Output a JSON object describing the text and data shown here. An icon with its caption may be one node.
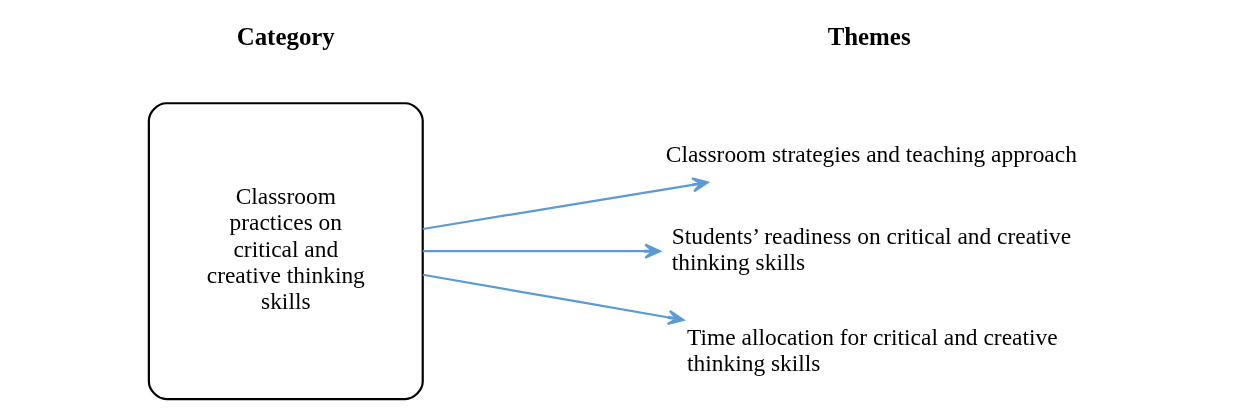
{
  "diagram": {
    "nodes": [
      {
        "text": [
          "Classroom practices on critical and creative thinking skills"
        ]
      },
      {
        "text": [
          "Classroom strategies and teaching approach"
        ]
      },
      {
        "text": [
          "Students’ readiness on critical and creative thinking skills"
        ]
      },
      {
        "text": [
          "Time allocation for critical and creative thinking skills"
        ]
      }
    ],
    "edges": [
      {
        "from": 0,
        "to": 1,
        "arrow": "to"
      },
      {
        "from": 0,
        "to": 2,
        "arrow": "to"
      },
      {
        "from": 0,
        "to": 3,
        "arrow": "to"
      }
    ],
    "labels": [
      "Category",
      "Themes"
    ]
  }
}
